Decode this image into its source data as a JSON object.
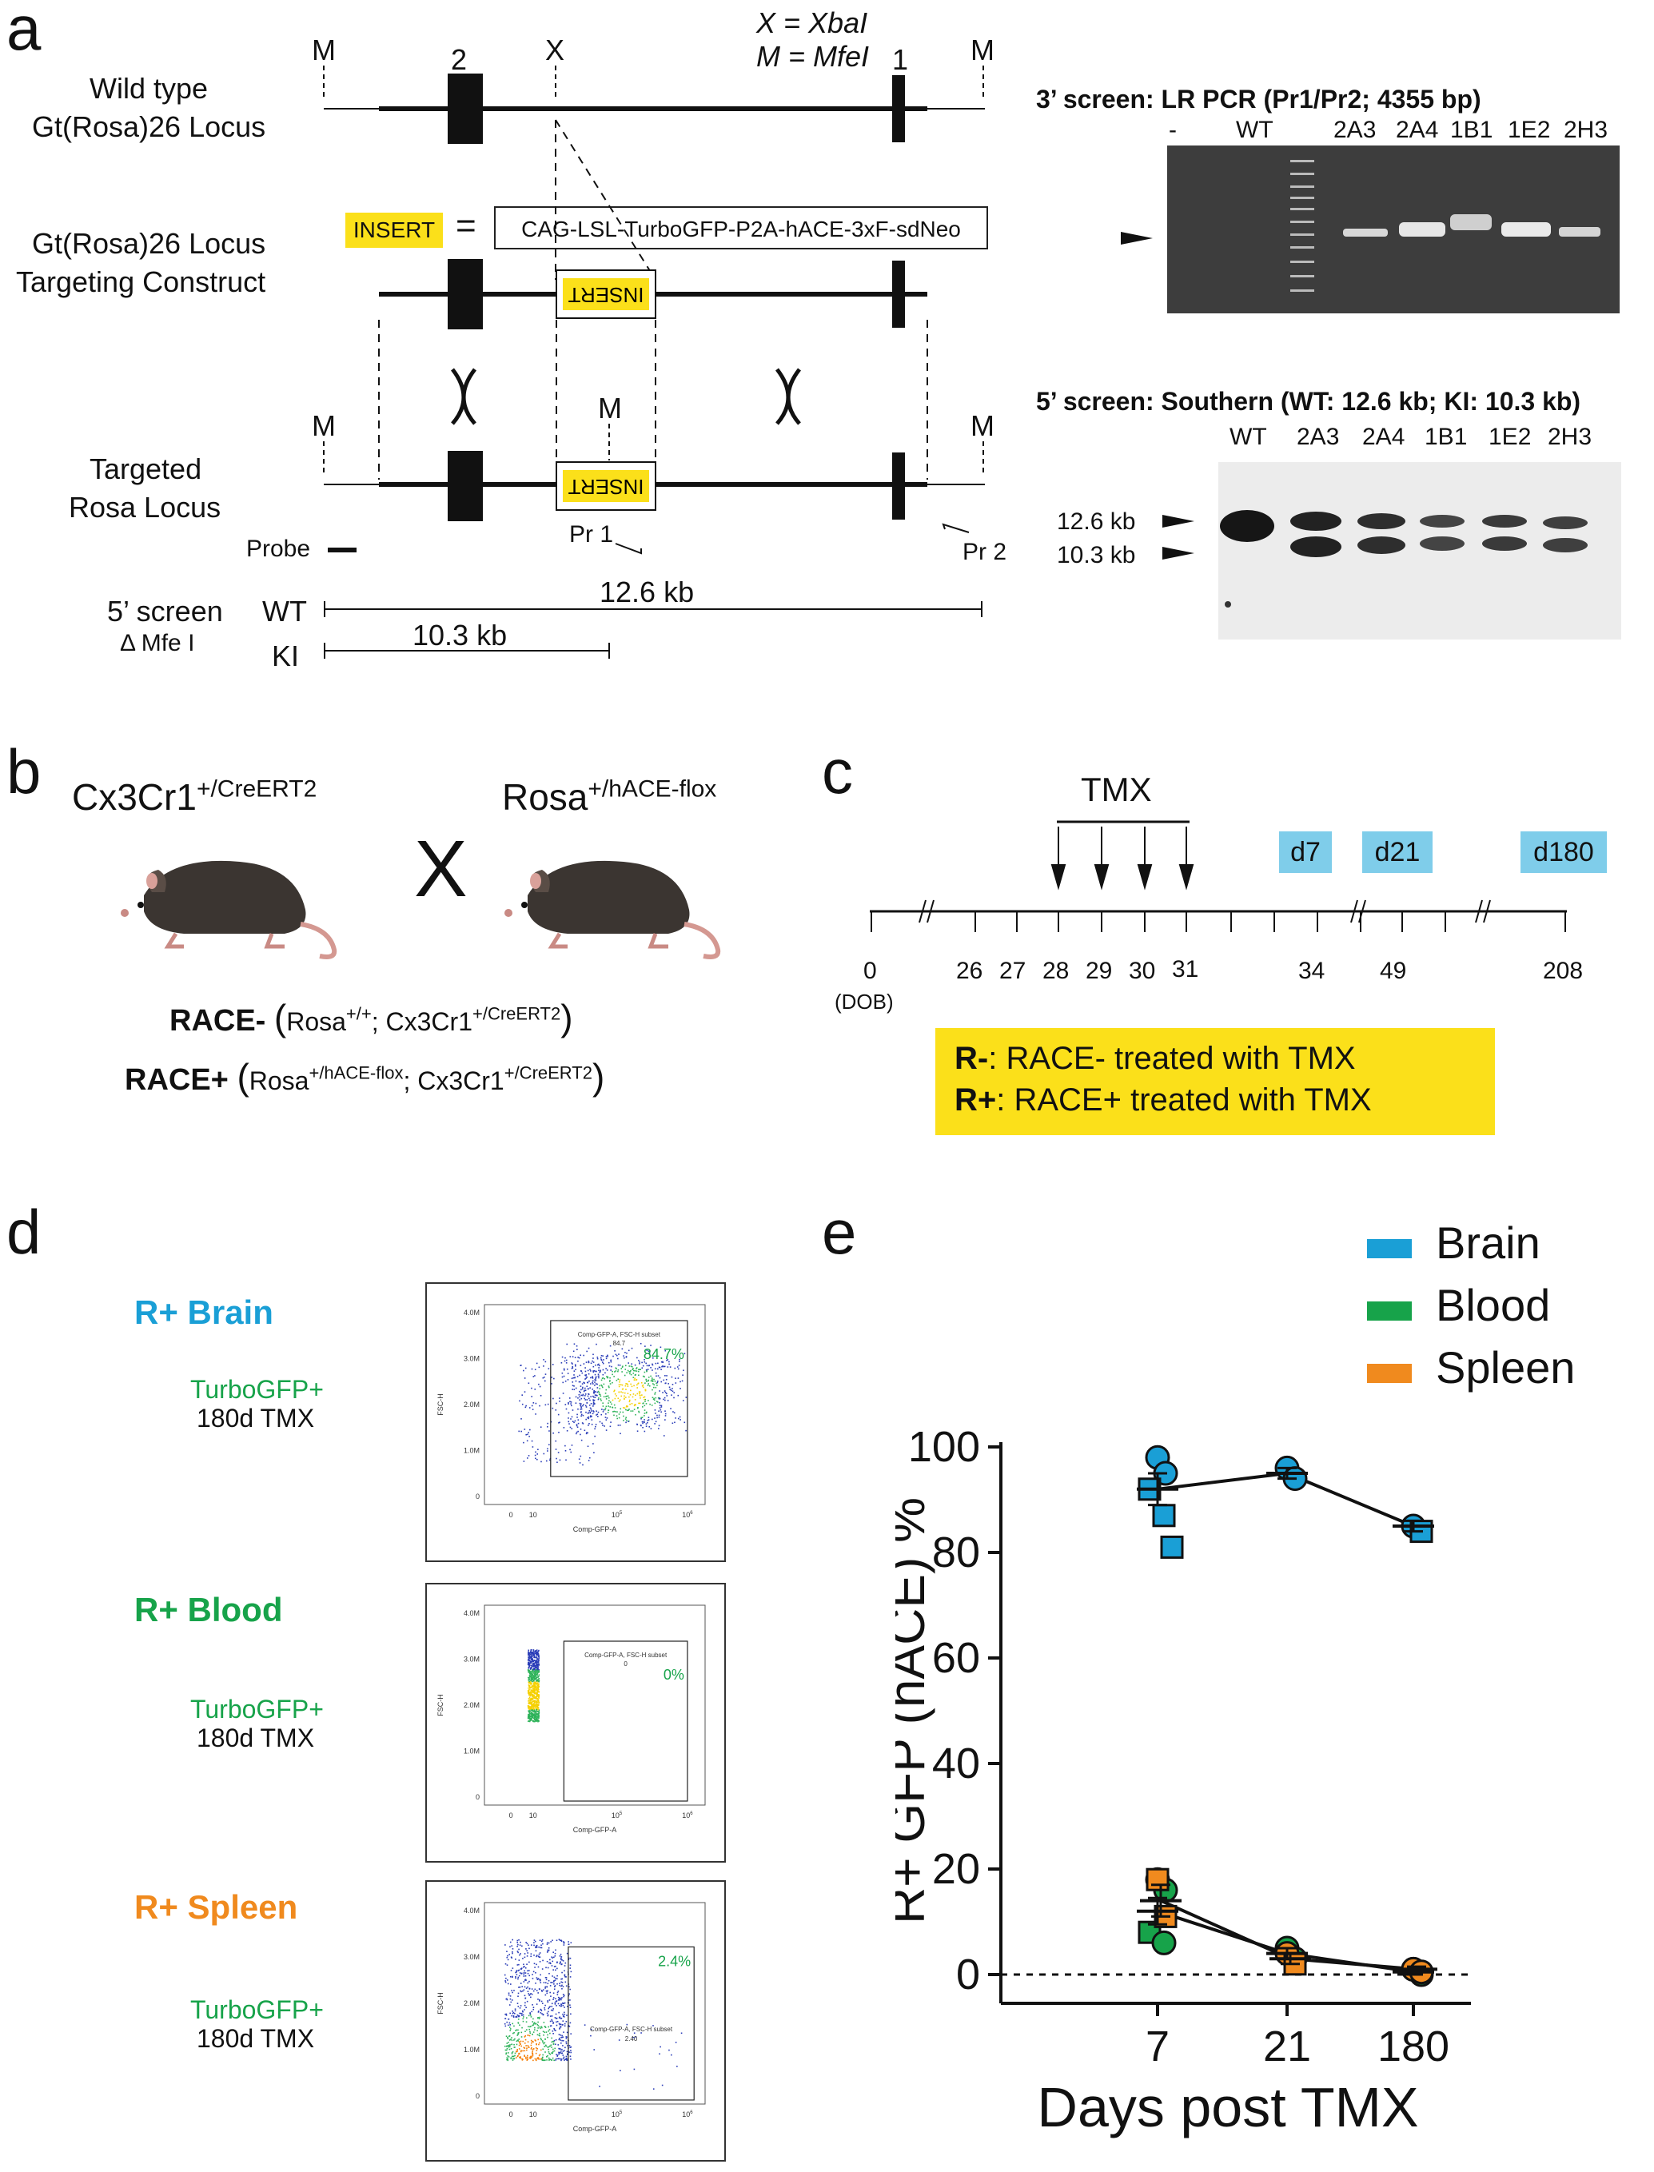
{
  "panel_a": {
    "label": "a",
    "legend_x": "X = XbaI",
    "legend_m": "M = MfeI",
    "exon_2": "2",
    "exon_1": "1",
    "site_m": "M",
    "site_x": "X",
    "wt_locus_line1": "Wild type",
    "wt_locus_line2": "Gt(Rosa)26 Locus",
    "tc_line1": "Gt(Rosa)26 Locus",
    "tc_line2": "Targeting Construct",
    "tg_line1": "Targeted",
    "tg_line2": "Rosa Locus",
    "insert_badge": "INSERT",
    "equals": "=",
    "insert_desc": "CAG-LSL-TurboGFP-P2A-hACE-3xF-sdNeo",
    "insert_box_text": "INSERT",
    "probe": "Probe",
    "pr1": "Pr 1",
    "pr2": "Pr 2",
    "screen_line1": "5’ screen",
    "screen_line2": "Δ Mfe I",
    "wt_label": "WT",
    "ki_label": "KI",
    "wt_size": "12.6 kb",
    "ki_size": "10.3 kb",
    "gel3_title": "3’ screen: LR PCR (Pr1/Pr2; 4355 bp)",
    "gel3_lanes": [
      "-",
      "WT",
      "2A3",
      "2A4",
      "1B1",
      "1E2",
      "2H3"
    ],
    "gel5_title": "5’ screen: Southern (WT:  12.6 kb; KI:  10.3 kb)",
    "gel5_lanes": [
      "WT",
      "2A3",
      "2A4",
      "1B1",
      "1E2",
      "2H3"
    ],
    "gel5_band1": "12.6 kb",
    "gel5_band2": "10.3 kb"
  },
  "panel_b": {
    "label": "b",
    "mouse1_main": "Cx3Cr1",
    "mouse1_sup": "+/CreERT2",
    "cross": "X",
    "mouse2_main": "Rosa",
    "mouse2_sup": "+/hACE-flox",
    "race_minus_bold": "RACE-",
    "race_minus_open": "(",
    "race_minus_rosa": "Rosa",
    "race_minus_rosa_sup": "+/+",
    "race_minus_sep": "; Cx3Cr1",
    "race_minus_cx_sup": "+/CreERT2",
    "race_minus_close": ")",
    "race_plus_bold": "RACE+",
    "race_plus_open": "(",
    "race_plus_rosa": "Rosa",
    "race_plus_rosa_sup": "+/hACE-flox",
    "race_plus_sep": "; Cx3Cr1",
    "race_plus_cx_sup": "+/CreERT2",
    "race_plus_close": ")"
  },
  "panel_c": {
    "label": "c",
    "tmx": "TMX",
    "boxes": [
      "d7",
      "d21",
      "d180"
    ],
    "ticks": [
      "0",
      "26",
      "27",
      "28",
      "29",
      "30",
      "31",
      "34",
      "49",
      "208"
    ],
    "dob": "(DOB)",
    "legend_rm_bold": "R-",
    "legend_rm_text": ":  RACE- treated with TMX",
    "legend_rp_bold": "R+",
    "legend_rp_text": ":  RACE+ treated with TMX",
    "box_color": "#7fcdea",
    "legend_color": "#fbe01a"
  },
  "panel_d": {
    "label": "d",
    "rows": [
      {
        "title": "R+ Brain",
        "color": "#1a9fd6",
        "sub1": "TurboGFP+",
        "sub2": "180d TMX",
        "pct": "84.7%",
        "gate_title": "Comp-GFP-A, FSC-H subset",
        "gate_value": "84.7",
        "yticks": [
          "4.0M",
          "3.0M",
          "2.0M",
          "1.0M",
          "0"
        ],
        "ylabel": "FSC-H",
        "xlabel": "Comp-GFP-A",
        "xticks": [
          "0",
          "10",
          "10",
          "10"
        ],
        "xexp": [
          "",
          "",
          "5",
          "6"
        ]
      },
      {
        "title": "R+ Blood",
        "color": "#17a34a",
        "sub1": "TurboGFP+",
        "sub2": "180d TMX",
        "pct": "0%",
        "gate_title": "Comp-GFP-A, FSC-H subset",
        "gate_value": "0",
        "yticks": [
          "4.0M",
          "3.0M",
          "2.0M",
          "1.0M",
          "0"
        ],
        "ylabel": "FSC-H",
        "xlabel": "Comp-GFP-A",
        "xticks": [
          "0",
          "10",
          "10",
          "10"
        ],
        "xexp": [
          "",
          "",
          "5",
          "6"
        ]
      },
      {
        "title": "R+ Spleen",
        "color": "#f08a1e",
        "sub1": "TurboGFP+",
        "sub2": "180d TMX",
        "pct": "2.4%",
        "gate_title": "Comp-GFP-A, FSC-H subset",
        "gate_value": "2.40",
        "yticks": [
          "4.0M",
          "3.0M",
          "2.0M",
          "1.0M",
          "0"
        ],
        "ylabel": "FSC-H",
        "xlabel": "Comp-GFP-A",
        "xticks": [
          "0",
          "10",
          "10",
          "10"
        ],
        "xexp": [
          "",
          "",
          "5",
          "6"
        ]
      }
    ]
  },
  "panel_e": {
    "label": "e"
  },
  "chart_data": {
    "type": "scatter",
    "xlabel": "Days post TMX",
    "ylabel": "R+ GFP (hACE) %",
    "categories": [
      "7",
      "21",
      "180"
    ],
    "ylim": [
      0,
      100
    ],
    "yticks": [
      0,
      20,
      40,
      60,
      80,
      100
    ],
    "legend_position": "top-right",
    "series": [
      {
        "name": "Brain",
        "color": "#1a9fd6",
        "means": [
          92,
          95,
          85
        ],
        "sem": [
          3,
          1,
          1
        ],
        "points": [
          {
            "x": "7",
            "y": 98,
            "shape": "circle"
          },
          {
            "x": "7",
            "y": 95,
            "shape": "circle"
          },
          {
            "x": "7",
            "y": 92,
            "shape": "square"
          },
          {
            "x": "7",
            "y": 87,
            "shape": "square"
          },
          {
            "x": "7",
            "y": 81,
            "shape": "square"
          },
          {
            "x": "21",
            "y": 96,
            "shape": "circle"
          },
          {
            "x": "21",
            "y": 94,
            "shape": "circle"
          },
          {
            "x": "180",
            "y": 85,
            "shape": "circle"
          },
          {
            "x": "180",
            "y": 84,
            "shape": "square"
          }
        ]
      },
      {
        "name": "Blood",
        "color": "#17a34a",
        "means": [
          12,
          4,
          0.5
        ],
        "sem": [
          2.5,
          1,
          0.5
        ],
        "points": [
          {
            "x": "7",
            "y": 18,
            "shape": "circle"
          },
          {
            "x": "7",
            "y": 16,
            "shape": "circle"
          },
          {
            "x": "7",
            "y": 8,
            "shape": "square"
          },
          {
            "x": "7",
            "y": 6,
            "shape": "circle"
          },
          {
            "x": "21",
            "y": 5,
            "shape": "circle"
          },
          {
            "x": "21",
            "y": 3,
            "shape": "circle"
          },
          {
            "x": "180",
            "y": 1,
            "shape": "circle"
          },
          {
            "x": "180",
            "y": 0,
            "shape": "circle"
          }
        ]
      },
      {
        "name": "Spleen",
        "color": "#f08a1e",
        "means": [
          14,
          3,
          1
        ],
        "sem": [
          3,
          1,
          0.5
        ],
        "points": [
          {
            "x": "7",
            "y": 18,
            "shape": "square"
          },
          {
            "x": "7",
            "y": 11,
            "shape": "square"
          },
          {
            "x": "21",
            "y": 4,
            "shape": "circle"
          },
          {
            "x": "21",
            "y": 2,
            "shape": "square"
          },
          {
            "x": "180",
            "y": 1,
            "shape": "circle"
          },
          {
            "x": "180",
            "y": 0.5,
            "shape": "circle"
          }
        ]
      }
    ]
  }
}
